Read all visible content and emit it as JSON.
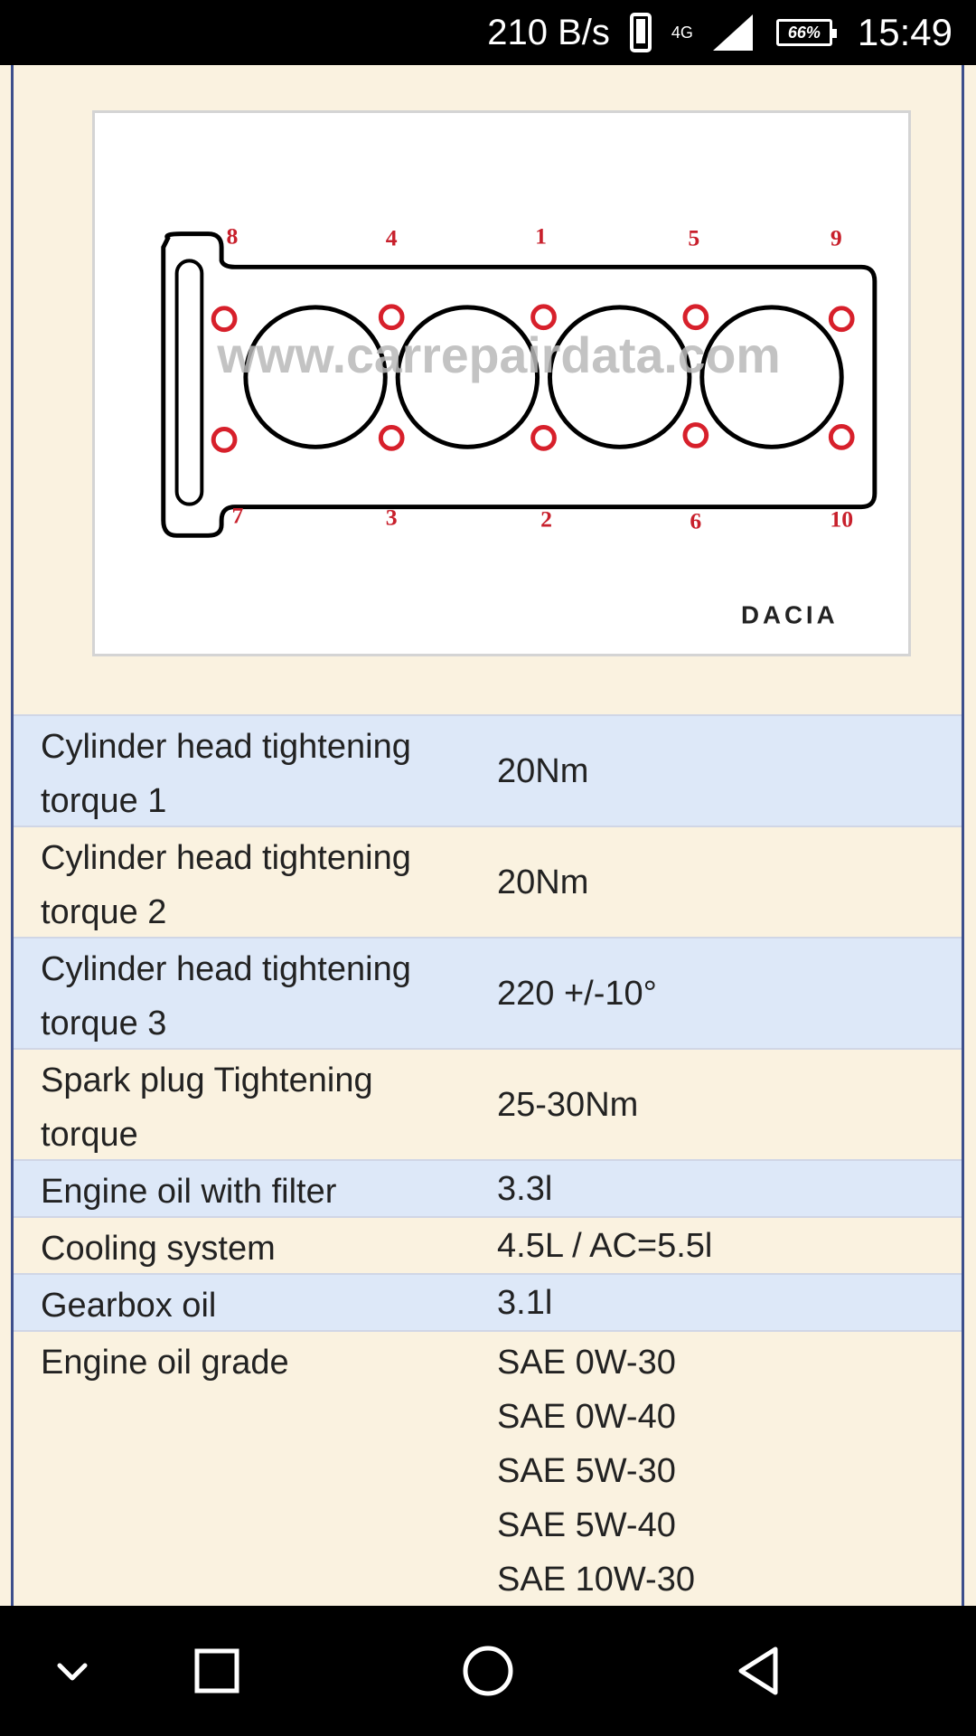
{
  "status_bar": {
    "net_speed": "210 B/s",
    "network": "4G",
    "battery": "66%",
    "time": "15:49"
  },
  "diagram": {
    "top_numbers": [
      "8",
      "4",
      "1",
      "5",
      "9"
    ],
    "bottom_numbers": [
      "7",
      "3",
      "2",
      "6",
      "10"
    ],
    "watermark": "www.carrepairdata.com",
    "brand": "DACIA"
  },
  "specs": [
    {
      "label": "Cylinder head tightening torque 1",
      "value": "20Nm"
    },
    {
      "label": "Cylinder head tightening torque 2",
      "value": "20Nm"
    },
    {
      "label": "Cylinder head tightening torque 3",
      "value": "220 +/-10°"
    },
    {
      "label": "Spark plug Tightening torque",
      "value": "25-30Nm"
    },
    {
      "label": "Engine oil with filter",
      "value": "3.3l"
    },
    {
      "label": "Cooling system",
      "value": "4.5L / AC=5.5l"
    },
    {
      "label": "Gearbox oil",
      "value": "3.1l"
    },
    {
      "label": "Engine oil grade",
      "values": [
        "SAE 0W-30",
        "SAE 0W-40",
        "SAE 5W-30",
        "SAE 5W-40",
        "SAE 10W-30"
      ]
    }
  ],
  "nav": {
    "icons": [
      "chevron-down-icon",
      "recents-icon",
      "home-icon",
      "back-icon"
    ]
  }
}
